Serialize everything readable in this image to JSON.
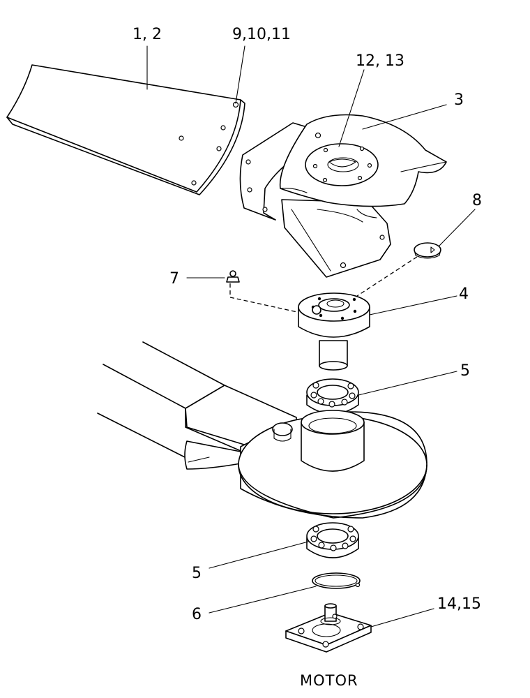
{
  "labels": {
    "blade": "1, 2",
    "blade_bolts": "9,10,11",
    "plate_bolts": "12, 13",
    "blade_carrier": "3",
    "cap": "8",
    "grease_nipple": "7",
    "hub": "4",
    "bearing_upper": "5",
    "bearing_lower": "5",
    "circlip": "6",
    "motor_mount": "14,15"
  },
  "caption": "MOTOR"
}
